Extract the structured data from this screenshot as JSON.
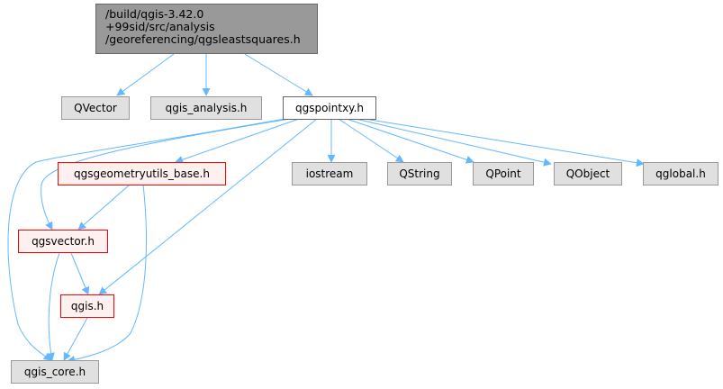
{
  "diagram": {
    "root": {
      "line1": "/build/qgis-3.42.0",
      "line2": "+99sid/src/analysis",
      "line3": "/georeferencing/qgsleastsquares.h"
    },
    "nodes": {
      "qvector": "QVector",
      "qgis_analysis": "qgis_analysis.h",
      "qgspointxy": "qgspointxy.h",
      "qgsgeometryutils_base": "qgsgeometryutils_base.h",
      "iostream": "iostream",
      "qstring": "QString",
      "qpoint": "QPoint",
      "qobject": "QObject",
      "qglobal": "qglobal.h",
      "qgsvector": "qgsvector.h",
      "qgis": "qgis.h",
      "qgis_core": "qgis_core.h"
    },
    "colors": {
      "edge": "#63b8ff",
      "root_fill": "#999999",
      "system_fill": "#e0e0e0",
      "incomplete_border": "#ff0000"
    }
  }
}
